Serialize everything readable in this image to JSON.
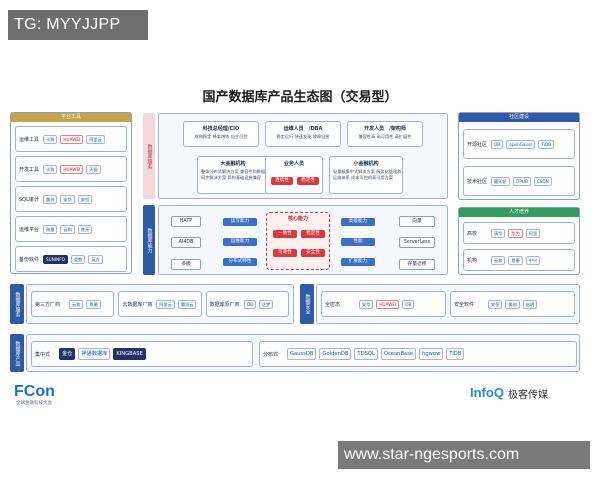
{
  "overlay": {
    "top_left": "TG: MYYJJPP",
    "bottom_right": "www.star-ngesports.com"
  },
  "title": "国产数据库产品生态图（交易型）",
  "left_panel": {
    "header": "平台工具",
    "rows": [
      {
        "label": "运维工具",
        "logos": [
          "卡狗",
          "HUAWEI",
          "阿里云"
        ]
      },
      {
        "label": "开发工具",
        "logos": [
          "卡狗",
          "HUAWEI",
          "天极"
        ]
      },
      {
        "label": "SQL审计",
        "logos": [
          "美创",
          "安华",
          "安恒"
        ]
      },
      {
        "label": "运维平台",
        "logos": [
          "海量",
          "云和",
          "普元"
        ]
      },
      {
        "label": "备份软件",
        "logos": [
          "SUNINFO",
          "爱数",
          "英方"
        ]
      }
    ]
  },
  "right_panel": {
    "header": "社区建设",
    "rows": [
      {
        "label": "开源社区",
        "logos": [
          "OB",
          "openGauss",
          "TiDB"
        ]
      },
      {
        "label": "技术社区",
        "logos": [
          "墨天轮",
          "ITPUB",
          "CSDN"
        ]
      }
    ],
    "talent_header": "人才培养",
    "talent_rows": [
      {
        "label": "高校",
        "logos": [
          "清华",
          "华为",
          "阿里"
        ]
      },
      {
        "label": "机构",
        "logos": [
          "云和",
          "恩墨",
          "中兴"
        ]
      }
    ]
  },
  "services_band": "数据库服务",
  "top_boxes": [
    {
      "title": "科技总经理/CIO",
      "text": "成熟稳定 降本增效 自主可控"
    },
    {
      "title": "运维人员　/DBA",
      "text": "稳定运行 快速发现 故障自愈"
    },
    {
      "title": "开发人员　/架构师",
      "text": "兼容性高 高可用性 高扩展性"
    }
  ],
  "mid_boxes": [
    {
      "title": "大金融机构",
      "text": "整体分布式解决方案 兼容性和数据同步解决方案 异构基础设施兼容"
    },
    {
      "title": "业务人员",
      "buttons": [
        "连续性",
        "稳定性"
      ]
    },
    {
      "title": "小金融机构",
      "text": "轻量级集中式解决方案 服务化管理和运维体系 成本可控的高可用方案"
    }
  ],
  "capability_band": "数据库能力",
  "capability_left": [
    "HATP",
    "AI4DB",
    "多模"
  ],
  "capability_left_blue": [
    "读写能力",
    "运维能力",
    "分布式特性"
  ],
  "core": {
    "title": "核心能力",
    "items": [
      "一致性",
      "稳定性",
      "可靠性",
      "安全性"
    ]
  },
  "capability_right_blue": [
    "高级能力",
    "性能",
    "扩展能力"
  ],
  "capability_right": [
    "向量",
    "ServerLess",
    "存量迁移"
  ],
  "service_row": {
    "band": "数据库服务",
    "cells": [
      {
        "label": "第三方厂商",
        "logos": [
          "云和",
          "恩墨"
        ]
      },
      {
        "label": "云数据库厂商",
        "logos": [
          "阿里云",
          "腾讯云"
        ]
      },
      {
        "label": "数据库原厂商",
        "logos": [
          "OB",
          "达梦"
        ]
      }
    ],
    "safety_band": "数据安全",
    "safety_cells": [
      {
        "label": "全密态",
        "logos": [
          "安华",
          "HUAWEI",
          "OB"
        ]
      },
      {
        "label": "安全软件",
        "logos": [
          "安恒",
          "美创",
          "启明"
        ]
      }
    ]
  },
  "product_row": {
    "band": "数据库产品",
    "central_label": "集中式",
    "central_logos": [
      "金仓",
      "神通数据库",
      "KINGBASE"
    ],
    "dist_label": "分布式",
    "dist_logos": [
      "GaussDB",
      "GoldenDB",
      "TDSQL",
      "OceanBase",
      "hgwow",
      "TiDB"
    ]
  },
  "footer": {
    "fcon": "FCon",
    "fcon_sub": "全球金融科技大会",
    "infoq": "InfoQ",
    "jike": "极客传媒"
  }
}
